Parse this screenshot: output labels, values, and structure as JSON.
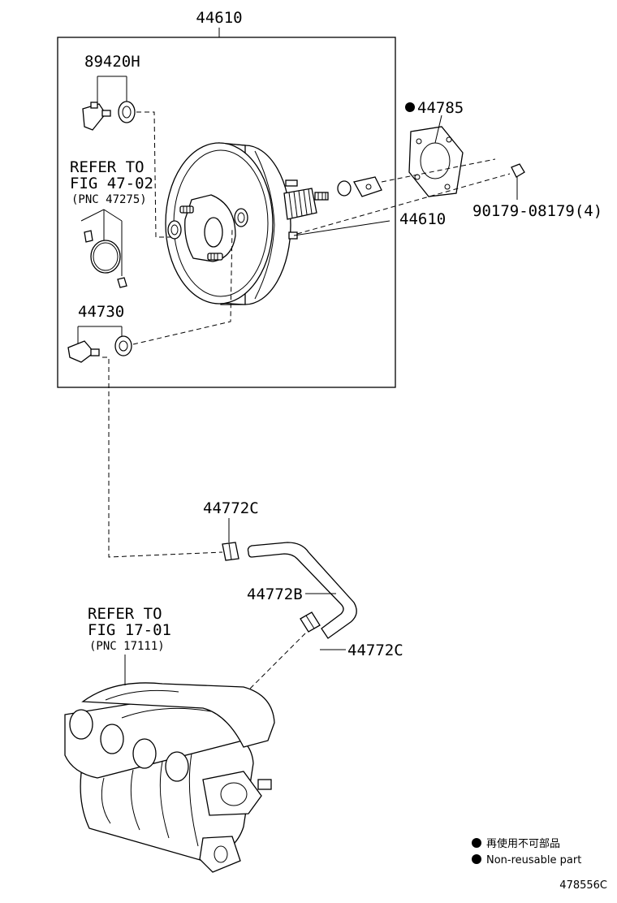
{
  "labels": {
    "assembly_top": "44610",
    "check_valve": "89420H",
    "refer_a_line1": "REFER TO",
    "refer_a_line2": "FIG 47-02",
    "refer_a_line3": "(PNC 47275)",
    "gasket": "44785",
    "bolt": "90179-08179(4)",
    "assembly_side": "44610",
    "valve_lower": "44730",
    "clamp_upper": "44772C",
    "hose": "44772B",
    "clamp_lower": "44772C",
    "refer_b_line1": "REFER TO",
    "refer_b_line2": "FIG 17-01",
    "refer_b_line3": "(PNC 17111)"
  },
  "legend": {
    "line_jp": "再使用不可部品",
    "line_en": "Non-reusable part"
  },
  "figure_id": "478556C"
}
